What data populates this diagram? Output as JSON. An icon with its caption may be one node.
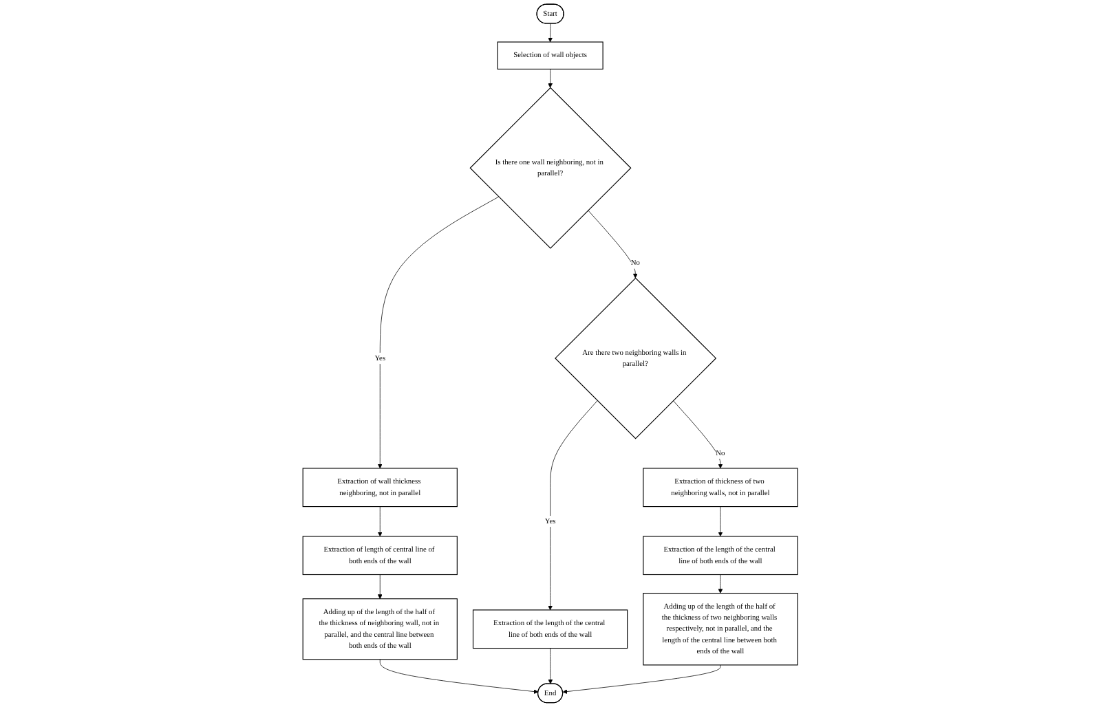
{
  "diagram": {
    "nodes": [
      {
        "text": [
          "Start"
        ]
      },
      {
        "text": [
          "Selection of wall objects"
        ]
      },
      {
        "text": [
          "Is there one wall neighboring, not in parallel?"
        ]
      },
      {
        "text": [
          "Extraction of wall thickness neighboring, not in parallel"
        ]
      },
      {
        "text": [
          "Extraction of length of central line of both ends of the wall"
        ]
      },
      {
        "text": [
          "Adding up of the length of the half of the thickness of neighboring wall, not in parallel, and the central line between both ends of the wall"
        ]
      },
      {
        "text": [
          "Are there two neighboring walls in parallel?"
        ]
      },
      {
        "text": [
          "Extraction of the length of the central line of both ends of the wall"
        ]
      },
      {
        "text": [
          "Extraction of thickness of two neighboring walls, not in parallel"
        ]
      },
      {
        "text": [
          "Extraction of the length of the central line of both ends of the wall"
        ]
      },
      {
        "text": [
          "Adding up of the length of the half of the thickness of two neighboring walls respectively, not in parallel, and the length of the central line between both ends of the wall"
        ]
      },
      {
        "text": [
          "End"
        ]
      }
    ],
    "edges": [
      {
        "from": 0,
        "to": 1,
        "arrow": "to"
      },
      {
        "from": 1,
        "to": 2,
        "arrow": "to"
      },
      {
        "from": 2,
        "to": 3,
        "arrow": "to",
        "label": "Yes"
      },
      {
        "from": 2,
        "to": 6,
        "arrow": "to",
        "label": "No"
      },
      {
        "from": 3,
        "to": 4,
        "arrow": "to"
      },
      {
        "from": 4,
        "to": 5,
        "arrow": "to"
      },
      {
        "from": 6,
        "to": 7,
        "arrow": "to",
        "label": "Yes"
      },
      {
        "from": 6,
        "to": 8,
        "arrow": "to",
        "label": "No"
      },
      {
        "from": 8,
        "to": 9,
        "arrow": "to"
      },
      {
        "from": 9,
        "to": 10,
        "arrow": "to"
      },
      {
        "from": 5,
        "to": 11,
        "arrow": "to"
      },
      {
        "from": 7,
        "to": 11,
        "arrow": "to"
      },
      {
        "from": 10,
        "to": 11,
        "arrow": "to"
      }
    ]
  }
}
